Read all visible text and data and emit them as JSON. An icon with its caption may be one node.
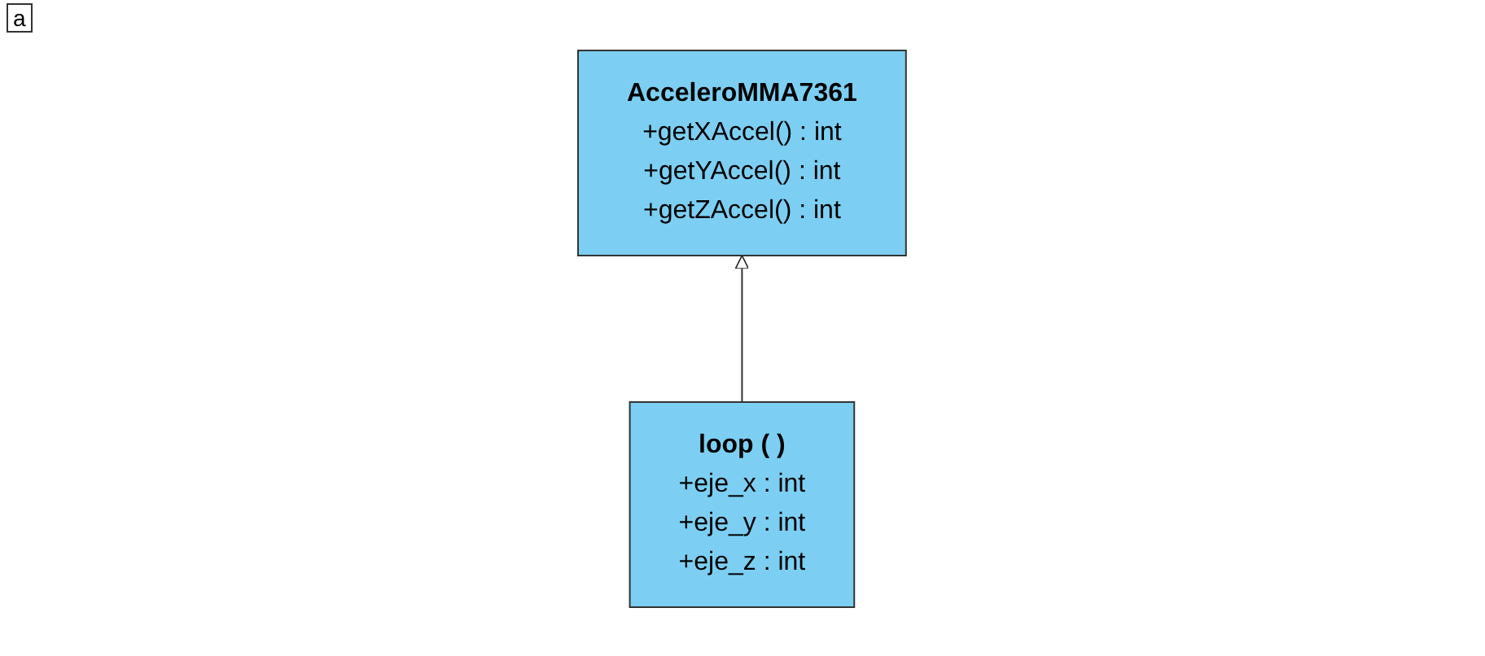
{
  "diagram": {
    "nodes": [
      {
        "text": [
          "AcceleroMMA7361",
          "+getXAccel() : int",
          "+getYAccel() : int",
          "+getZAccel() : int"
        ]
      },
      {
        "text": [
          "loop ( )",
          "+eje_x : int",
          "+eje_y : int",
          "+eje_z : int"
        ]
      }
    ],
    "edges": [
      {
        "from": 1,
        "to": 0,
        "arrow": "to"
      }
    ],
    "labels": [
      "a"
    ]
  }
}
